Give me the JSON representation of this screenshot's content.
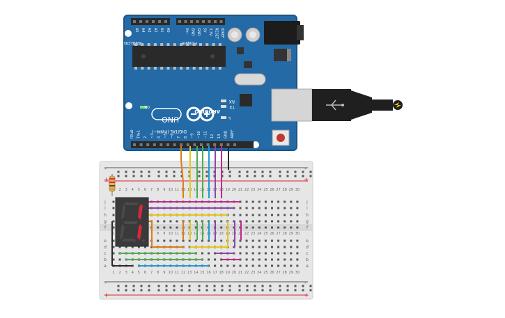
{
  "board": {
    "model": "UNO",
    "brand": "ARDUINO",
    "header_analog": "ANALOG IN",
    "header_power": "POWER",
    "header_digital": "DIGITAL (PWM~)",
    "analog_pins": [
      "A0",
      "A1",
      "A2",
      "A3",
      "A4",
      "A5"
    ],
    "power_pins": [
      "IOREF",
      "RESET",
      "3.3V",
      "5V",
      "GND",
      "GND",
      "Vin"
    ],
    "digital_pins": [
      "AREF",
      "GND",
      "13",
      "12",
      "~11",
      "~10",
      "~9",
      "8",
      "7",
      "~6",
      "~5",
      "4",
      "~3",
      "2",
      "TX▸1",
      "RX◂0"
    ],
    "led_on": "ON",
    "led_l": "L",
    "led_tx": "TX",
    "led_rx": "RX"
  },
  "breadboard": {
    "column_numbers": [
      "1",
      "2",
      "3",
      "4",
      "5",
      "6",
      "7",
      "8",
      "9",
      "10",
      "11",
      "12",
      "13",
      "14",
      "15",
      "16",
      "17",
      "18",
      "19",
      "20",
      "21",
      "22",
      "23",
      "24",
      "25",
      "26",
      "27",
      "28",
      "29",
      "30"
    ],
    "row_letters_top": [
      "j",
      "i",
      "h",
      "g",
      "f"
    ],
    "row_letters_bottom": [
      "e",
      "d",
      "c",
      "b",
      "a"
    ],
    "rail_plus": "+",
    "rail_minus": "-"
  },
  "display": {
    "segments_lit": [
      "b",
      "c"
    ]
  },
  "wire_colors": {
    "orange": "#e07b14",
    "yellow": "#e6c619",
    "green": "#4cae4c",
    "blue": "#1f9ad6",
    "purple": "#8e44ad",
    "magenta": "#c2278f",
    "black": "#2b2b2b"
  },
  "colors": {
    "board": "#236aa6",
    "board_edge": "#1b5585",
    "segment_on": "#d42a3a",
    "segment_off": "#4a4a4a"
  }
}
